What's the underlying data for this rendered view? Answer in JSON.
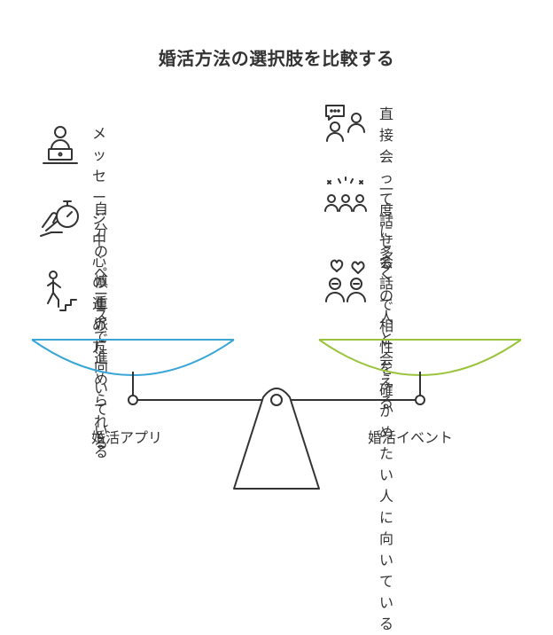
{
  "title": "婚活方法の選択肢を比較する",
  "left": {
    "label": "婚活アプリ",
    "color": "#3aa6d6",
    "items": [
      {
        "icon": "laptop-user-icon",
        "lines": [
          "メッセージ中心",
          "の進め方"
        ]
      },
      {
        "icon": "stopwatch-hand-icon",
        "lines": [
          "自分のペースで",
          "進められる"
        ]
      },
      {
        "icon": "walking-stairs-icon",
        "lines": [
          "慎重派に向いて",
          "いる"
        ]
      }
    ]
  },
  "right": {
    "label": "婚活イベント",
    "color": "#9ac43c",
    "items": [
      {
        "icon": "conversation-people-icon",
        "lines": [
          "直接会って話せ",
          "る"
        ]
      },
      {
        "icon": "group-celebration-icon",
        "lines": [
          "一度に多くの人",
          "と会える"
        ]
      },
      {
        "icon": "couple-hearts-icon",
        "lines": [
          "会話で相性を確",
          "かめたい人に向",
          "いている"
        ]
      }
    ]
  }
}
